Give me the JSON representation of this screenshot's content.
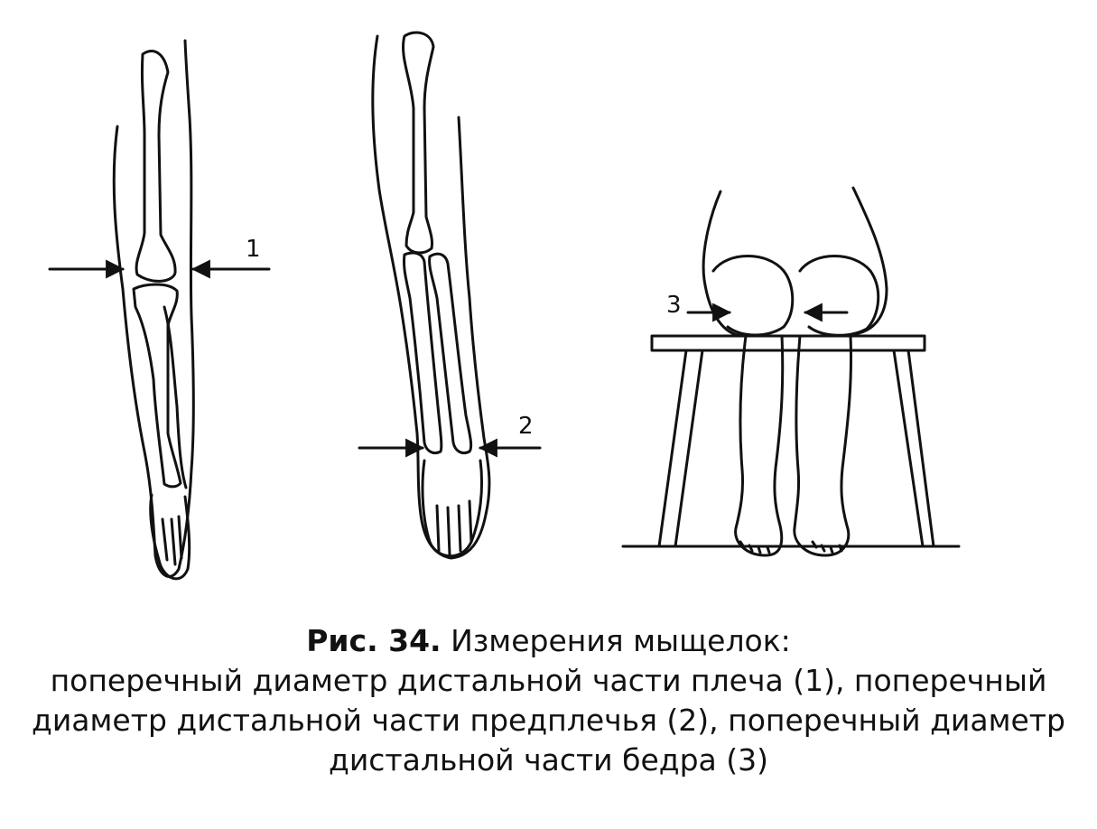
{
  "callouts": {
    "c1": "1",
    "c2": "2",
    "c3": "3"
  },
  "caption": {
    "label": "Рис. 34.",
    "title": " Измерения мыщелок:",
    "line1": "поперечный диаметр дистальной части плеча (1), поперечный",
    "line2": "диаметр дистальной части предплечья (2), поперечный диаметр",
    "line3": "дистальной части бедра (3)"
  },
  "colors": {
    "ink": "#111111",
    "background": "#ffffff"
  }
}
